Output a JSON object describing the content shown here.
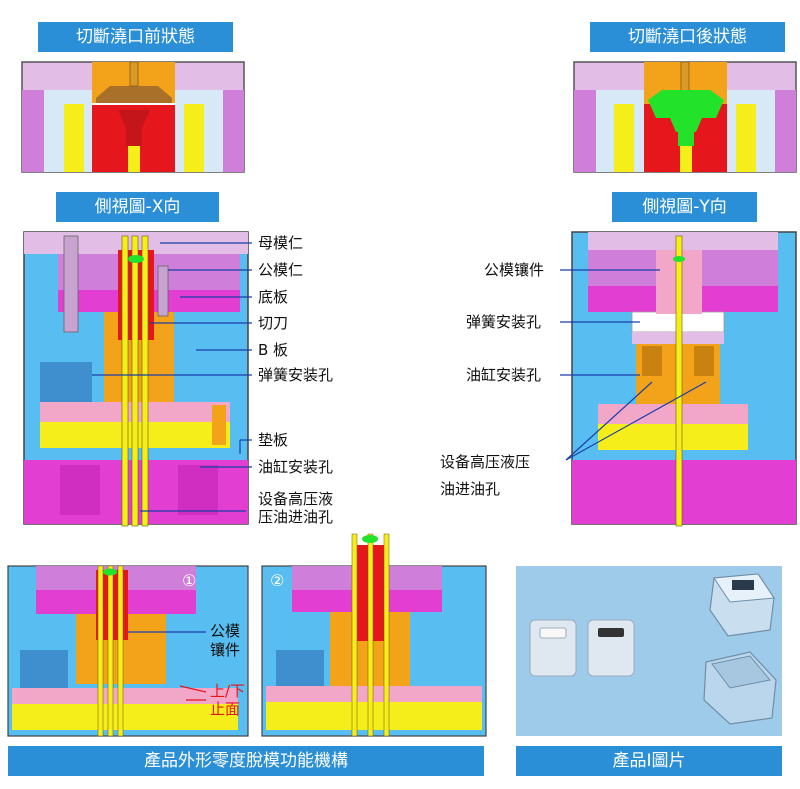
{
  "headers": {
    "before_gate_cut": "切斷澆口前狀態",
    "after_gate_cut": "切斷澆口後狀態",
    "side_view_x": "側視圖-X向",
    "side_view_y": "側視圖-Y向",
    "mechanism": "產品外形零度脫模功能機構",
    "product_image": "產品I圖片"
  },
  "labels_x": {
    "cavity_insert": "母模仁",
    "core_insert": "公模仁",
    "bottom_plate": "底板",
    "cutter": "切刀",
    "b_plate": "B 板",
    "spring_hole": "弹簧安装孔",
    "spacer_plate": "垫板",
    "cylinder_hole": "油缸安装孔",
    "hydraulic_line1": "设备高压液",
    "hydraulic_line2": "压油进油孔"
  },
  "labels_y": {
    "core_insert_part": "公模镶件",
    "spring_hole": "弹簧安装孔",
    "cylinder_hole": "油缸安装孔",
    "hydraulic_line1": "设备高压液压",
    "hydraulic_line2": "油进油孔"
  },
  "labels_bottom": {
    "step1": "①",
    "step2": "②",
    "core_insert_part1": "公模",
    "core_insert_part2": "镶件",
    "upper_lower1": "上/下",
    "upper_lower2": "止面"
  },
  "colors": {
    "header": "#2a8fd6",
    "mold_blue": "#58bdf0",
    "cavity_lilac": "#e2bde6",
    "core_violet": "#cf7fd9",
    "plate_magenta": "#e23fd2",
    "ejector_orange": "#f3a31a",
    "yellow": "#f6ee1a",
    "pink": "#f2a7c8",
    "red_part": "#e5171c",
    "green_gate": "#22e22a",
    "product_grey": "#b9d6ec"
  }
}
